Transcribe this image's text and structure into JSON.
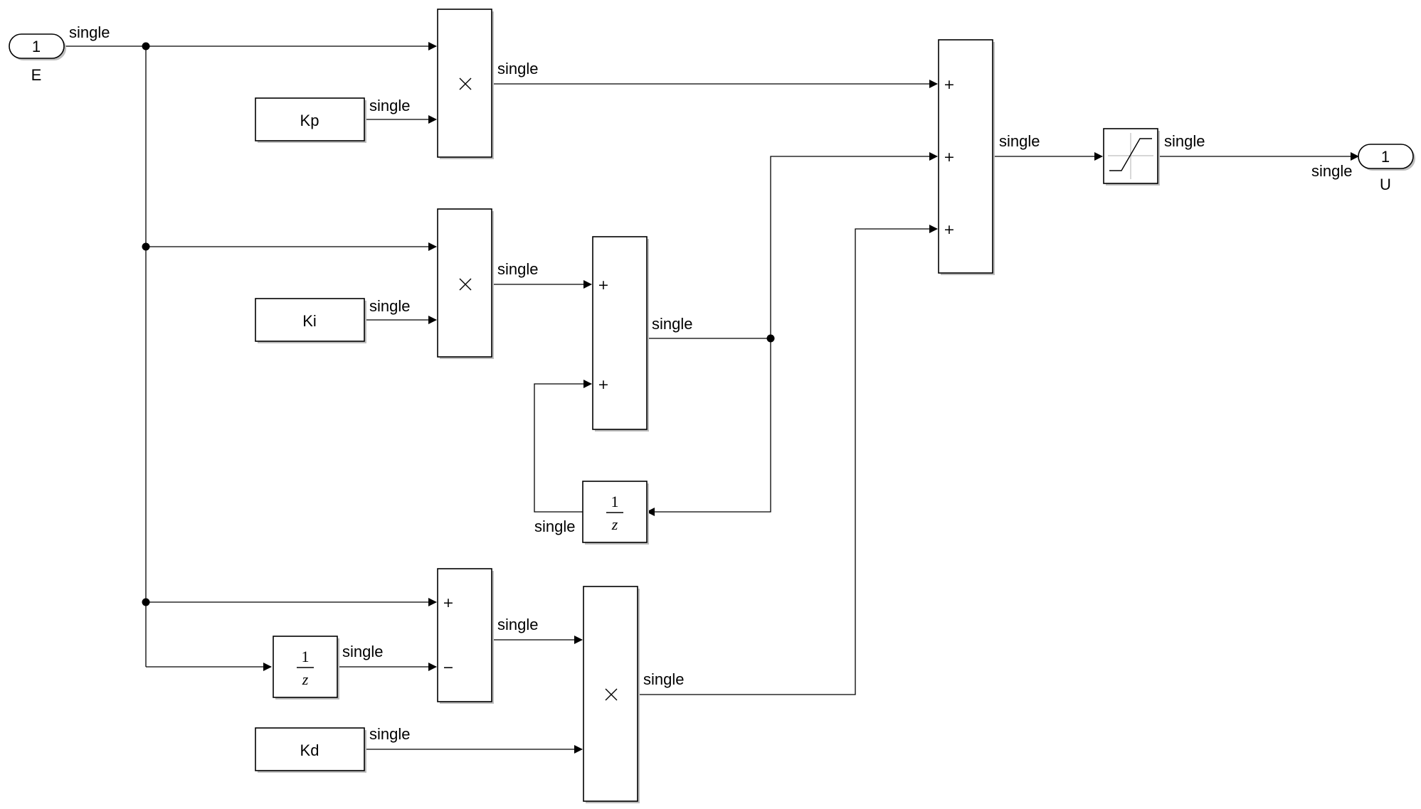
{
  "inport": {
    "number": "1",
    "name": "E"
  },
  "outport": {
    "number": "1",
    "name": "U"
  },
  "constants": {
    "kp": "Kp",
    "ki": "Ki",
    "kd": "Kd"
  },
  "delay": {
    "numerator": "1",
    "denominator": "z"
  },
  "signal_type": "single",
  "sum_signs": {
    "plus": "+",
    "minus": "−"
  },
  "icons": {
    "product": "multiply-icon",
    "saturation": "saturation-curve-icon",
    "branch": "junction-dot"
  }
}
